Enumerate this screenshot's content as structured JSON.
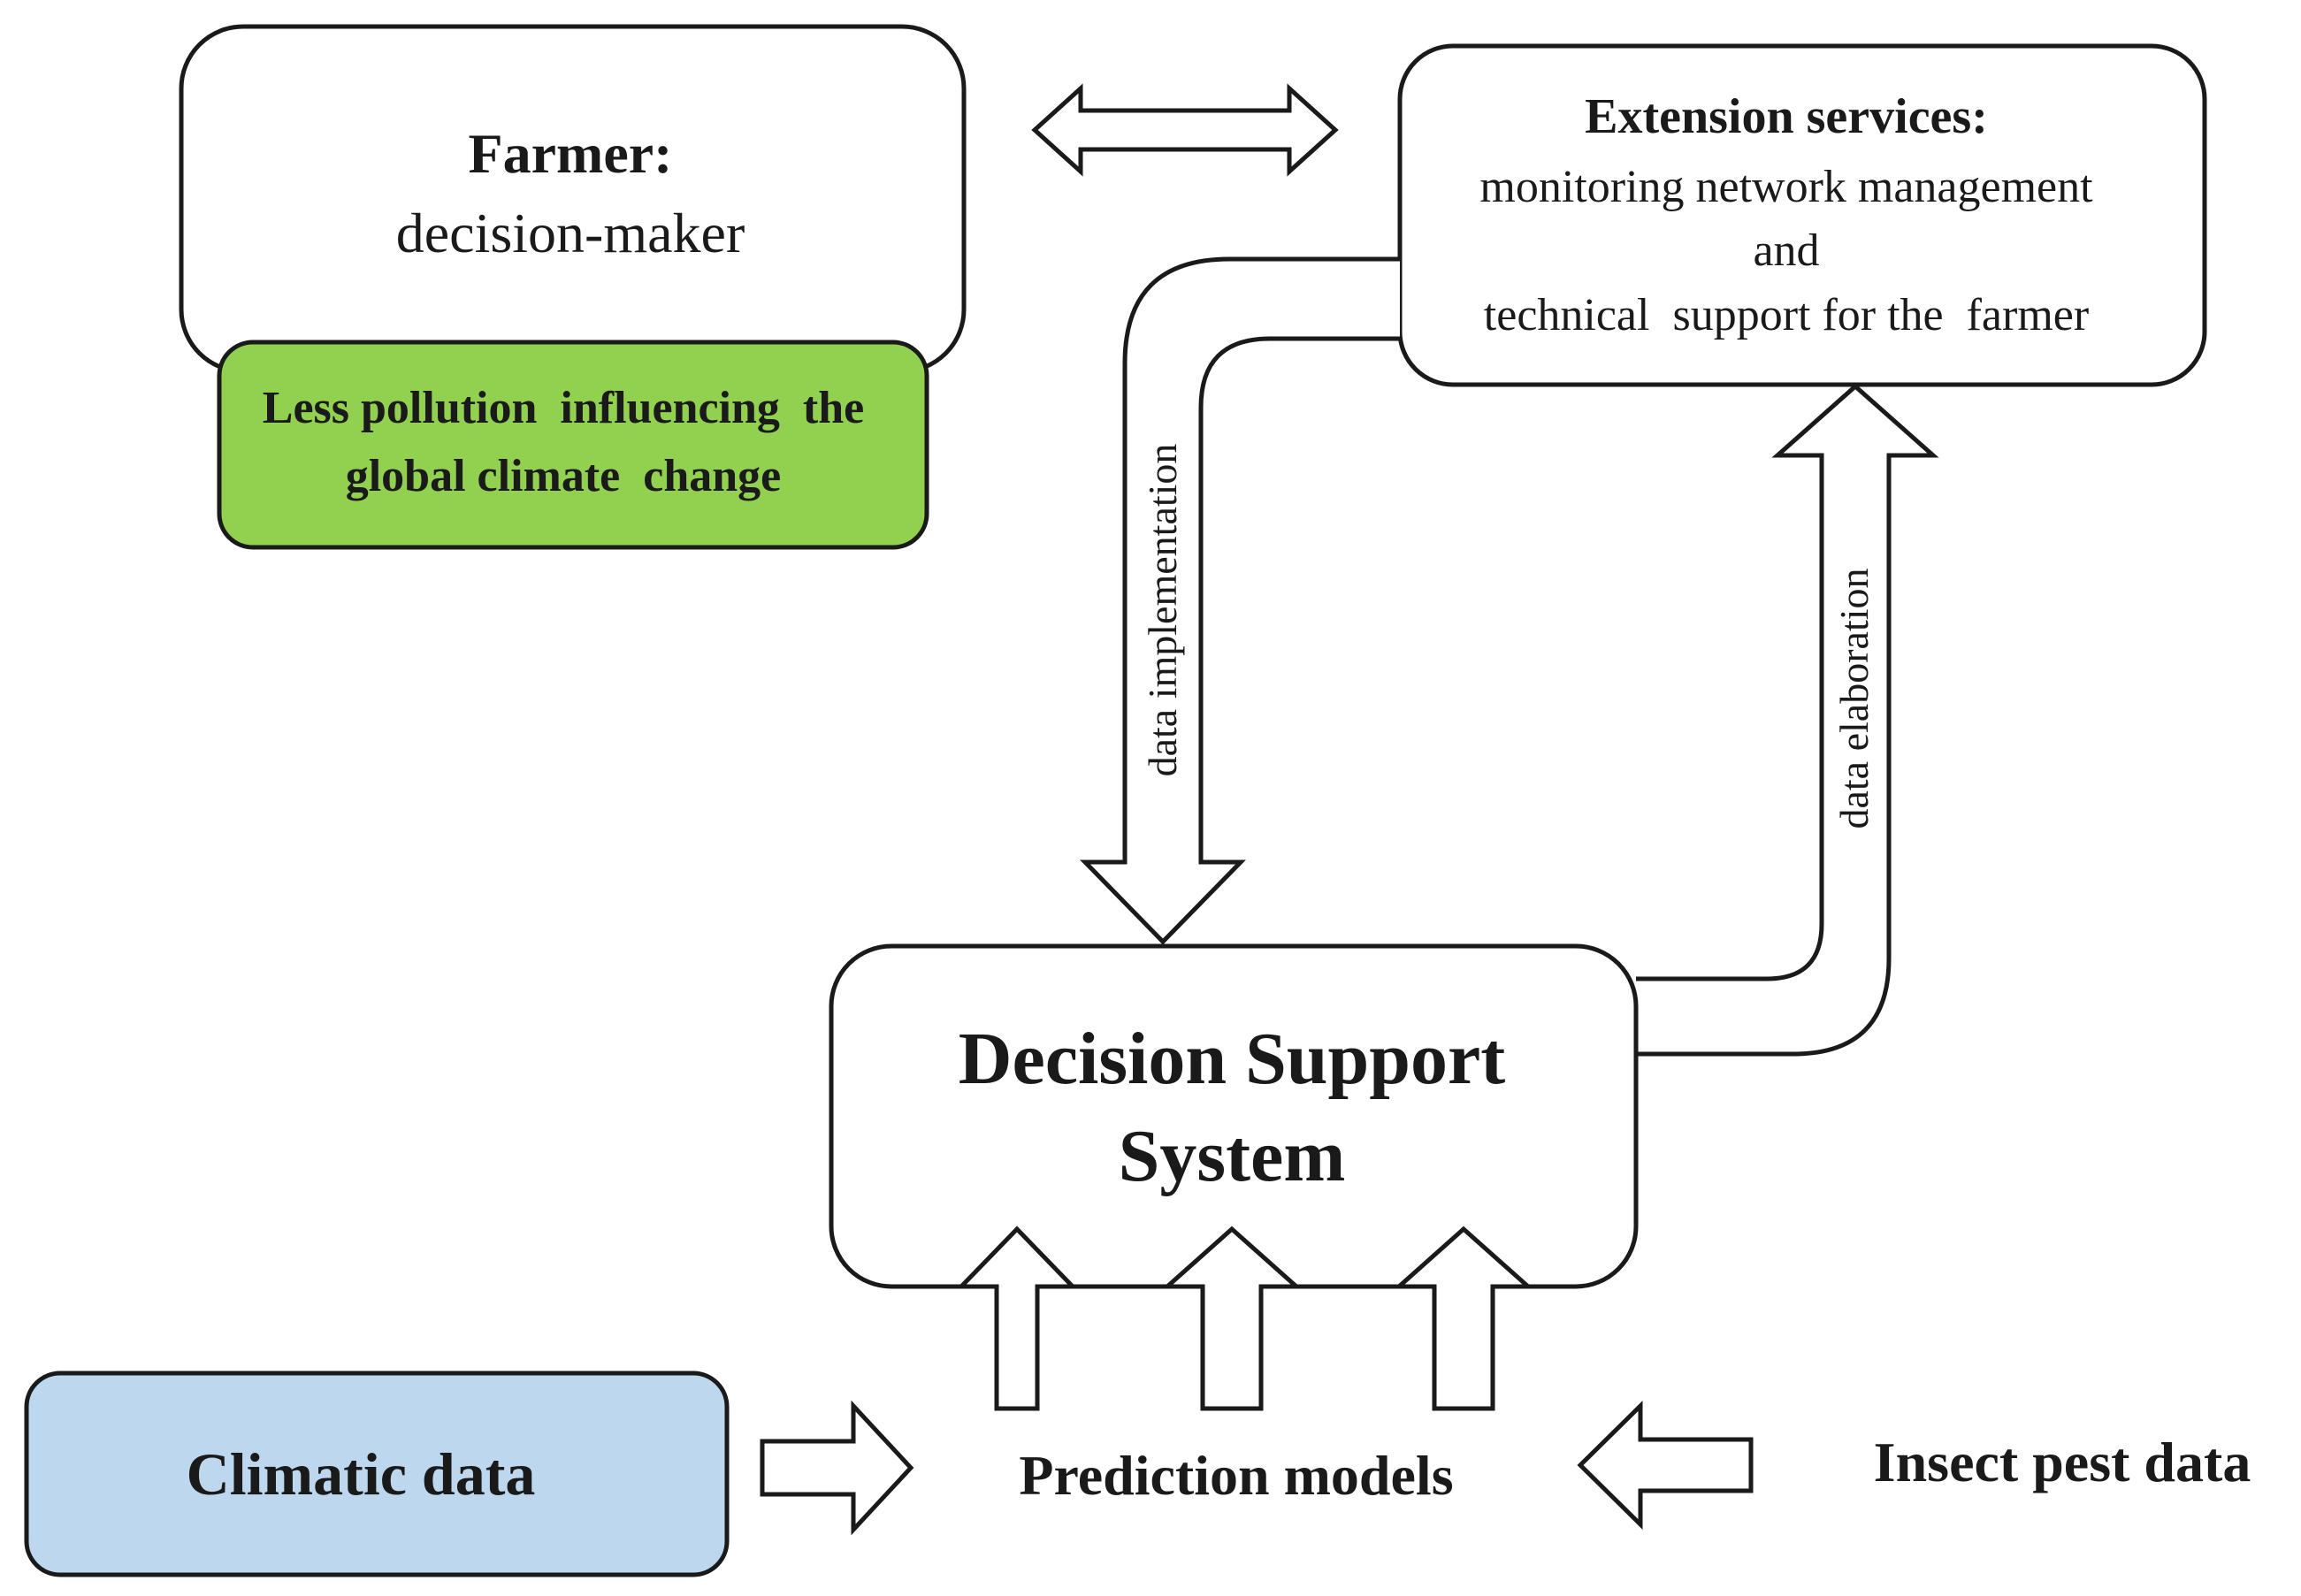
{
  "farmer": {
    "title": "Farmer:",
    "subtitle": "decision-maker"
  },
  "pollution": {
    "line1": "Less pollution  influencing  the",
    "line2": "global climate  change",
    "fill": "#92d050"
  },
  "extension": {
    "title": "Extension services:",
    "line1": "monitoring network management",
    "line2": "and",
    "line3": "technical  support for the  farmer"
  },
  "dss": {
    "line1": "Decision Support",
    "line2": "System"
  },
  "labels": {
    "data_implementation": "data implementation",
    "data_elaboration": "data elaboration"
  },
  "bottom": {
    "climatic": "Climatic data",
    "climatic_fill": "#bdd7ee",
    "prediction": "Prediction models",
    "insect": "Insect pest data"
  }
}
